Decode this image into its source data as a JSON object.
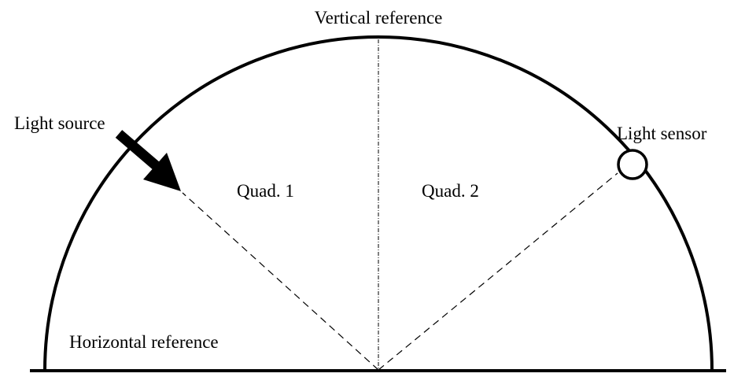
{
  "diagram": {
    "labels": {
      "vertical_reference": "Vertical reference",
      "light_source": "Light source",
      "light_sensor": "Light sensor",
      "quad1": "Quad. 1",
      "quad2": "Quad. 2",
      "horizontal_reference": "Horizontal reference"
    }
  }
}
